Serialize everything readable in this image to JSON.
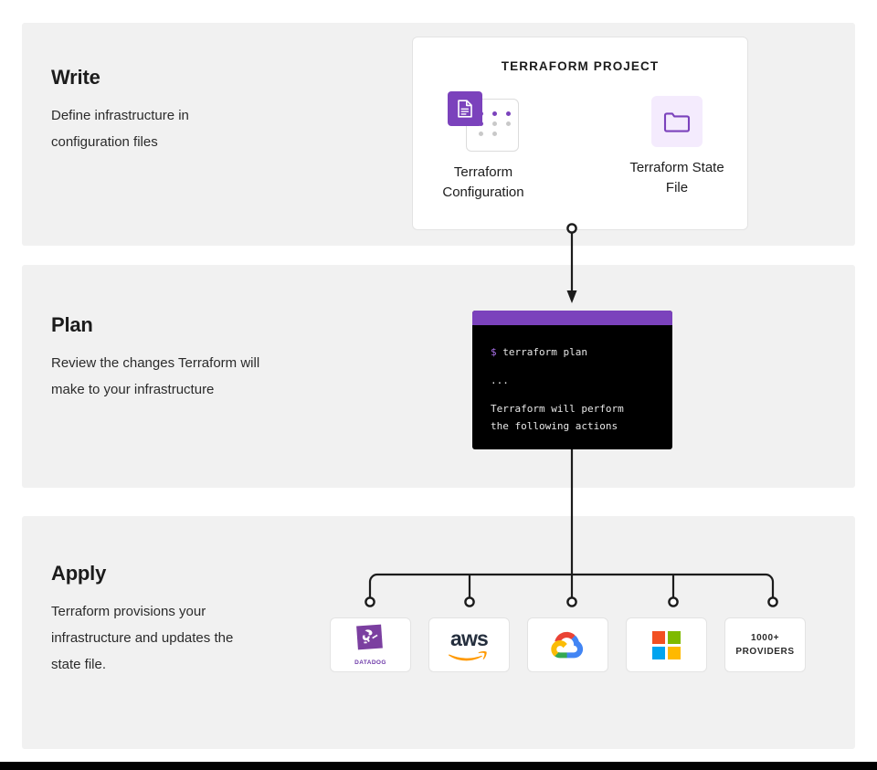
{
  "stages": [
    {
      "id": "write",
      "title": "Write",
      "description": "Define infrastructure in configuration files"
    },
    {
      "id": "plan",
      "title": "Plan",
      "description": "Review the changes Terraform will make to your infrastructure"
    },
    {
      "id": "apply",
      "title": "Apply",
      "description": "Terraform provisions your infrastructure and updates the state file."
    }
  ],
  "project_card": {
    "title": "TERRAFORM PROJECT",
    "assets": [
      {
        "icon": "document-icon",
        "label": "Terraform Configuration"
      },
      {
        "icon": "folder-icon",
        "label": "Terraform State File"
      }
    ],
    "config_dots": [
      [
        "on",
        "on",
        "on"
      ],
      [
        "on",
        "off-gray",
        "off-gray"
      ],
      [
        "off-gray",
        "off-gray",
        "hidden"
      ]
    ]
  },
  "terminal": {
    "prompt_symbol": "$",
    "command": " terraform plan",
    "ellipsis": "...",
    "output_line_1": "Terraform will perform",
    "output_line_2": "the following actions"
  },
  "providers": [
    {
      "id": "datadog",
      "icon": "datadog-logo",
      "label": "DATADOG"
    },
    {
      "id": "aws",
      "icon": "aws-logo",
      "label": "aws"
    },
    {
      "id": "gcp",
      "icon": "google-cloud-logo",
      "label": ""
    },
    {
      "id": "microsoft",
      "icon": "microsoft-logo",
      "label": ""
    },
    {
      "id": "more",
      "icon": "text-badge",
      "label_line1": "1000+",
      "label_line2": "PROVIDERS"
    }
  ],
  "colors": {
    "brand_purple": "#7b42bc",
    "band_gray": "#f1f1f1",
    "terminal_bg": "#000000",
    "prompt_purple": "#a970e8",
    "state_tint": "#f4ebfd",
    "ms_red": "#f25022",
    "ms_green": "#7fba00",
    "ms_blue": "#00a4ef",
    "ms_yellow": "#ffb900",
    "aws_orange": "#ff9900",
    "aws_dark": "#252f3e",
    "datadog_purple": "#7b3fa0"
  }
}
